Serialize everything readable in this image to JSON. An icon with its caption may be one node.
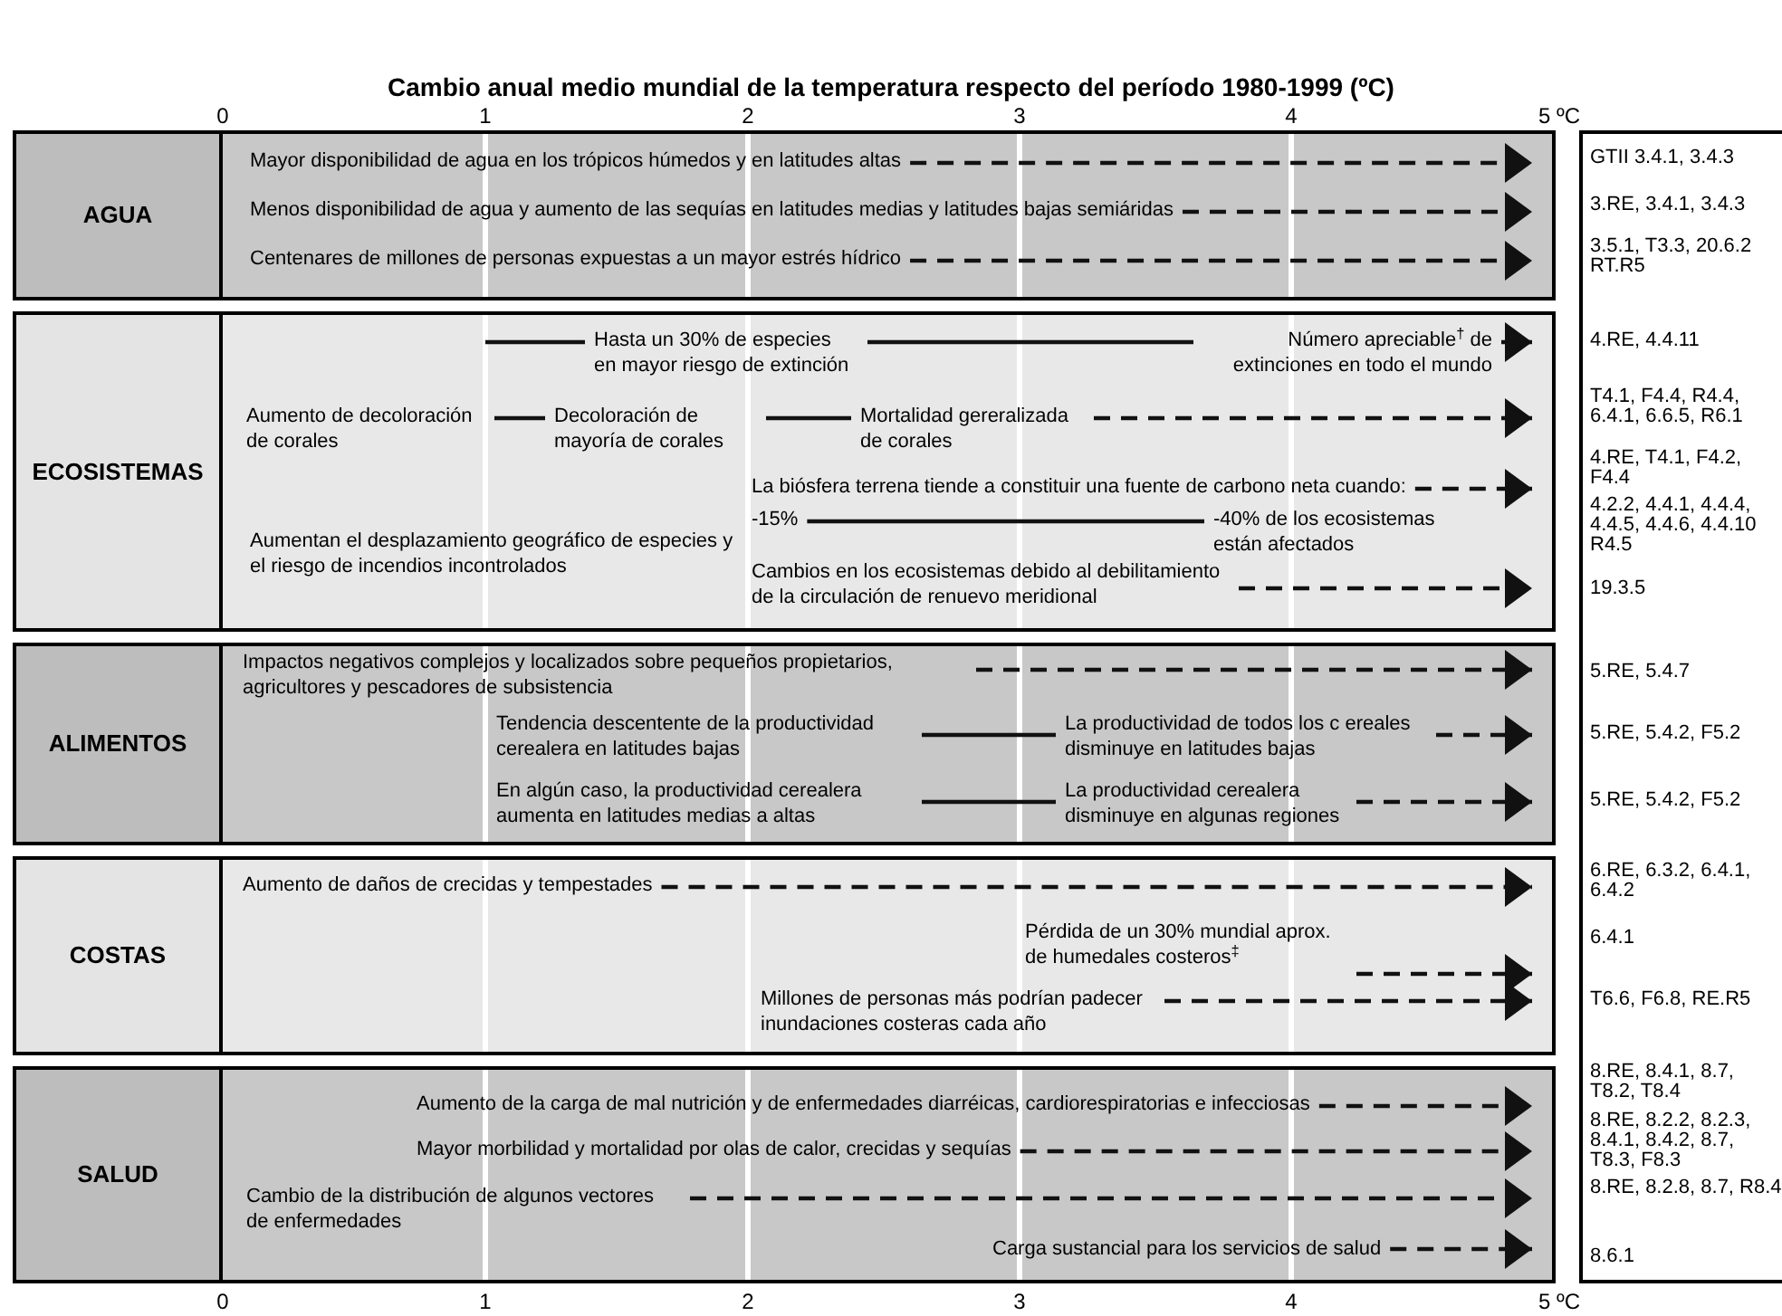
{
  "diagram": {
    "title": "Cambio anual medio mundial de la temperatura respecto del período 1980-1999 (ºC)",
    "nodes": [
      {
        "text": [
          "AGUA"
        ]
      },
      {
        "text": [
          "Mayor disponibilidad de agua en los trópicos húmedos y en latitudes altas"
        ],
        "in": 0
      },
      {
        "text": [
          "Menos disponibilidad de agua y aumento de las sequías en latitudes medias y latitudes bajas semiáridas"
        ],
        "in": 0
      },
      {
        "text": [
          "Centenares de millones de personas expuestas a un mayor estrés hídrico"
        ],
        "in": 0
      },
      {
        "text": [
          "ECOSISTEMAS"
        ]
      },
      {
        "text": [
          "Hasta un 30% de especies en mayor riesgo de extinción"
        ],
        "in": 4
      },
      {
        "text": [
          "Número apreciable$^{†}$ de extinciones en todo el mundo"
        ],
        "in": 4
      },
      {
        "text": [
          "Aumento de decoloración de corales"
        ],
        "in": 4
      },
      {
        "text": [
          "Decoloración de mayoría de corales"
        ],
        "in": 4
      },
      {
        "text": [
          "Mortalidad gereralizada de corales"
        ],
        "in": 4
      },
      {
        "text": [
          "La biósfera terrena tiende a constituir una fuente de carbono neta cuando:"
        ],
        "in": 4
      },
      {
        "text": [
          "-15%"
        ],
        "in": 4
      },
      {
        "text": [
          "-40% de los ecosistemas están afectados"
        ],
        "in": 4
      },
      {
        "text": [
          "Aumentan el desplazamiento geográfico de especies y el riesgo de incendios incontrolados"
        ],
        "in": 4
      },
      {
        "text": [
          "Cambios en los ecosistemas debido al debilitamiento de la circulación de renuevo meridional"
        ],
        "in": 4
      },
      {
        "text": [
          "ALIMENTOS"
        ]
      },
      {
        "text": [
          "Impactos negativos complejos y localizados sobre pequeños propietarios, agricultores y pescadores de subsistencia"
        ],
        "in": 15
      },
      {
        "text": [
          "Tendencia descentente de la productividad cerealera en latitudes bajas"
        ],
        "in": 15
      },
      {
        "text": [
          "La productividad de todos los c ereales disminuye en latitudes bajas"
        ],
        "in": 15
      },
      {
        "text": [
          "En algún caso, la productividad cerealera aumenta en latitudes medias a altas"
        ],
        "in": 15
      },
      {
        "text": [
          "La productividad cerealera disminuye en algunas regiones"
        ],
        "in": 15
      },
      {
        "text": [
          "COSTAS"
        ]
      },
      {
        "text": [
          "Aumento de daños de crecidas y tempestades"
        ],
        "in": 21
      },
      {
        "text": [
          "Pérdida de un 30% mundial aprox. de humedales costeros$^{‡}$"
        ],
        "in": 21
      },
      {
        "text": [
          "Millones de personas más podrían padecer inundaciones costeras cada año"
        ],
        "in": 21
      },
      {
        "text": [
          "SALUD"
        ]
      },
      {
        "text": [
          "Aumento de la carga de mal nutrición y de enfermedades diarréicas, cardiorespiratorias e infecciosas"
        ],
        "in": 25
      },
      {
        "text": [
          "Mayor morbilidad y mortalidad por olas de calor, crecidas y sequías"
        ],
        "in": 25
      },
      {
        "text": [
          "Cambio de la distribución de algunos vectores de enfermedades"
        ],
        "in": 25
      },
      {
        "text": [
          "Carga sustancial para los servicios de salud"
        ],
        "in": 25
      },
      {
        "text": [
          "GTII 3.4.1, 3.4.3",
          "3.RE, 3.4.1, 3.4.3",
          "3.5.1, T3.3, 20.6.2 RT.R5",
          "4.RE, 4.4.11",
          "T4.1, F4.4, R4.4, 6.4.1, 6.6.5, R6.1",
          "4.RE, T4.1, F4.2, F4.4",
          "4.2.2, 4.4.1, 4.4.4, 4.4.5, 4.4.6, 4.4.10 R4.5",
          "19.3.5",
          "5.RE, 5.4.7",
          "5.RE, 5.4.2, F5.2",
          "5.RE, 5.4.2, F5.2",
          "6.RE, 6.3.2, 6.4.1, 6.4.2",
          "6.4.1",
          "T6.6, F6.8, RE.R5",
          "8.RE, 8.4.1, 8.7, T8.2, T8.4",
          "8.RE, 8.2.2, 8.2.3, 8.4.1, 8.4.2, 8.7, T8.3, F8.3",
          "8.RE, 8.2.8, 8.7, R8.4",
          "8.6.1"
        ]
      }
    ],
    "edges": [
      {
        "from": 1,
        "to": null,
        "arrow": "to",
        "style": "dashed"
      },
      {
        "from": 2,
        "to": null,
        "arrow": "to",
        "style": "dashed"
      },
      {
        "from": 3,
        "to": null,
        "arrow": "to",
        "style": "dashed"
      },
      {
        "from": null,
        "to": 5,
        "arrow": "none"
      },
      {
        "from": 5,
        "to": 6,
        "arrow": "none"
      },
      {
        "from": 6,
        "to": null,
        "arrow": "to",
        "style": "dashed"
      },
      {
        "from": 7,
        "to": 8,
        "arrow": "none"
      },
      {
        "from": 8,
        "to": 9,
        "arrow": "none"
      },
      {
        "from": 9,
        "to": null,
        "arrow": "to",
        "style": "dashed"
      },
      {
        "from": 10,
        "to": null,
        "arrow": "to",
        "style": "dashed"
      },
      {
        "from": 11,
        "to": 12,
        "arrow": "none"
      },
      {
        "from": 14,
        "to": null,
        "arrow": "to",
        "style": "dashed"
      },
      {
        "from": 16,
        "to": null,
        "arrow": "to",
        "style": "dashed"
      },
      {
        "from": 17,
        "to": 18,
        "arrow": "none"
      },
      {
        "from": 18,
        "to": null,
        "arrow": "to",
        "style": "dashed"
      },
      {
        "from": 19,
        "to": 20,
        "arrow": "none"
      },
      {
        "from": 20,
        "to": null,
        "arrow": "to",
        "style": "dashed"
      },
      {
        "from": 22,
        "to": null,
        "arrow": "to",
        "style": "dashed"
      },
      {
        "from": 23,
        "to": null,
        "arrow": "to",
        "style": "dashed"
      },
      {
        "from": 24,
        "to": null,
        "arrow": "to",
        "style": "dashed"
      },
      {
        "from": 26,
        "to": null,
        "arrow": "to",
        "style": "dashed"
      },
      {
        "from": 27,
        "to": null,
        "arrow": "to",
        "style": "dashed"
      },
      {
        "from": 28,
        "to": null,
        "arrow": "to",
        "style": "dashed"
      },
      {
        "from": 29,
        "to": null,
        "arrow": "to",
        "style": "dashed"
      }
    ],
    "labels": [
      "0",
      "1",
      "2",
      "3",
      "4",
      "5 ºC",
      "0",
      "1",
      "2",
      "3",
      "4",
      "5 ºC"
    ]
  }
}
